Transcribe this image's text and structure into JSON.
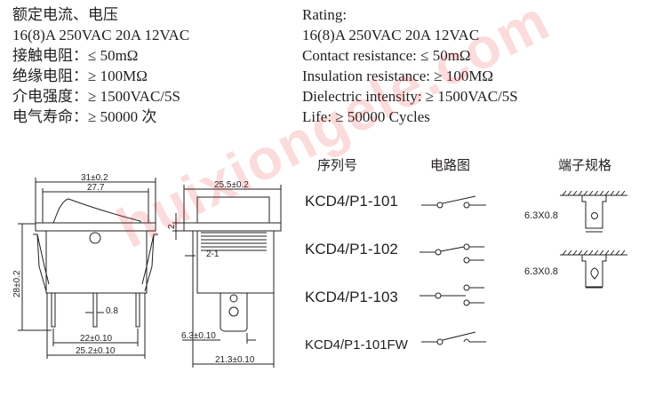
{
  "specs_cn": [
    "额定电流、电压",
    "16(8)A 250VAC 20A 12VAC",
    "接触电阻：≤ 50mΩ",
    "绝缘电阻：≥ 100MΩ",
    "介电强度：≥ 1500VAC/5S",
    "电气寿命：≥ 50000 次"
  ],
  "specs_en": [
    "Rating:",
    "16(8)A 250VAC 20A 12VAC",
    "Contact resistance: ≤ 50mΩ",
    "Insulation resistance: ≥ 100MΩ",
    "Dielectric intensity: ≥ 1500VAC/5S",
    "Life: ≥ 50000 Cycles"
  ],
  "table": {
    "headers": {
      "model": "序列号",
      "circuit": "电路图",
      "terminal": "端子规格"
    },
    "models": [
      "KCD4/P1-101",
      "KCD4/P1-102",
      "KCD4/P1-103",
      "KCD4/P1-101FW"
    ],
    "terminals": [
      "6.3X0.8",
      "6.3X0.8"
    ]
  },
  "dimensions": {
    "front": {
      "width": "31±0.2",
      "inner": "27.7",
      "height": "28±0.2",
      "pin": "0.8",
      "pitch_inner": "22±0.10",
      "pitch_outer": "25.2±0.10"
    },
    "side": {
      "width": "25.5±0.2",
      "flange": "2",
      "wall": "2-1",
      "tab": "6.3±0.10",
      "depth": "21.3±0.10"
    }
  },
  "watermark": "huixiongele.com"
}
